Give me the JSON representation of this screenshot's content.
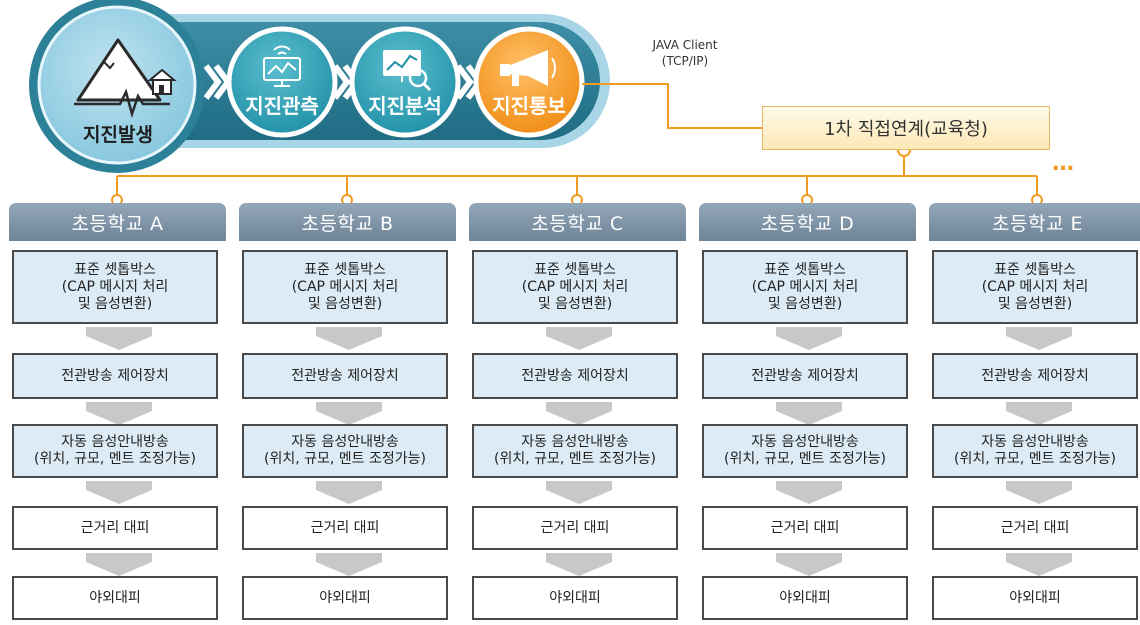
{
  "flow": {
    "stage1": "지진발생",
    "stage2": "지진관측",
    "stage3": "지진분석",
    "stage4": "지진통보"
  },
  "connection": {
    "client": "JAVA Client",
    "protocol": "(TCP/IP)",
    "hub": "1차 직접연계(교육청)",
    "more": "…"
  },
  "schools": [
    {
      "name": "초등학교 A"
    },
    {
      "name": "초등학교 B"
    },
    {
      "name": "초등학교 C"
    },
    {
      "name": "초등학교 D"
    },
    {
      "name": "초등학교 E"
    }
  ],
  "steps": {
    "s1": [
      "표준 셋톱박스",
      "(CAP 메시지 처리",
      "및 음성변환)"
    ],
    "s2": "전관방송 제어장치",
    "s3": [
      "자동 음성안내방송",
      "(위치, 규모, 멘트 조정가능)"
    ],
    "s4": "근거리 대피",
    "s5": "야외대피"
  },
  "colors": {
    "orange": "#f39a21",
    "teal": "#2c8098",
    "header": "#7d92a4",
    "box_blue": "#dcebf5"
  }
}
